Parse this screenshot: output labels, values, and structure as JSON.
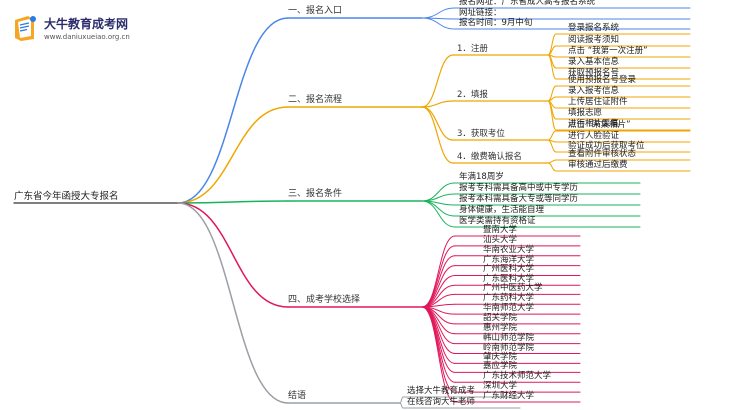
{
  "logo": {
    "title": "大牛教育成考网",
    "url": "www.daniuxueiao.org.cn"
  },
  "root": "广东省今年函授大专报名",
  "colors": {
    "blue": "#4a86e8",
    "orange": "#f0a500",
    "green": "#1ab35a",
    "red": "#e0185a",
    "gray": "#9aa0a6"
  },
  "sections": [
    {
      "id": "s1",
      "color": "#4a86e8",
      "label": "一、报名入口",
      "children": [
        {
          "label": "报名网址：广东省成人高考报名系统"
        },
        {
          "label": "网址链接："
        },
        {
          "label": "报名时间：9月中旬"
        }
      ]
    },
    {
      "id": "s2",
      "color": "#f0a500",
      "label": "二、报名流程",
      "children": [
        {
          "label": "1．注册",
          "children": [
            "登录报名系统",
            "阅读报考须知",
            "点击 “我第一次注册”",
            "录入基本信息",
            "获取预报名号"
          ]
        },
        {
          "label": "2．填报",
          "children": [
            "使用预报名号登录",
            "录入报考信息",
            "上传居住证附件",
            "填报志愿",
            "进行相片采集"
          ]
        },
        {
          "label": "3．获取考位",
          "children": [
            "点击 “采集相片”",
            "进行人脸验证",
            "验证成功后获取考位"
          ]
        },
        {
          "label": "4．缴费确认报名",
          "children": [
            "查看附件审核状态",
            "审核通过后缴费"
          ]
        }
      ]
    },
    {
      "id": "s3",
      "color": "#1ab35a",
      "label": "三、报名条件",
      "children": [
        {
          "label": "年满18周岁"
        },
        {
          "label": "报考专科需具备高中或中专学历"
        },
        {
          "label": "报考本科需具备大专或等同学历"
        },
        {
          "label": "身体健康，生活能自理"
        },
        {
          "label": "医学类需持有资格证"
        }
      ]
    },
    {
      "id": "s4",
      "color": "#e0185a",
      "label": "四、成考学校选择",
      "children": [
        {
          "label": "暨南大学"
        },
        {
          "label": "汕头大学"
        },
        {
          "label": "华南农业大学"
        },
        {
          "label": "广东海洋大学"
        },
        {
          "label": "广州医科大学"
        },
        {
          "label": "广东医科大学"
        },
        {
          "label": "广州中医药大学"
        },
        {
          "label": "广东药科大学"
        },
        {
          "label": "华南师范大学"
        },
        {
          "label": "韶关学院"
        },
        {
          "label": "惠州学院"
        },
        {
          "label": "韩山师范学院"
        },
        {
          "label": "岭南师范学院"
        },
        {
          "label": "肇庆学院"
        },
        {
          "label": "嘉应学院"
        },
        {
          "label": "广东技术师范大学"
        },
        {
          "label": "深圳大学"
        },
        {
          "label": "广东财经大学"
        }
      ]
    },
    {
      "id": "s5",
      "color": "#9aa0a6",
      "label": "结语",
      "children": [
        {
          "label": "选择大牛教育成考"
        },
        {
          "label": "在线咨询大牛老师"
        }
      ]
    }
  ]
}
